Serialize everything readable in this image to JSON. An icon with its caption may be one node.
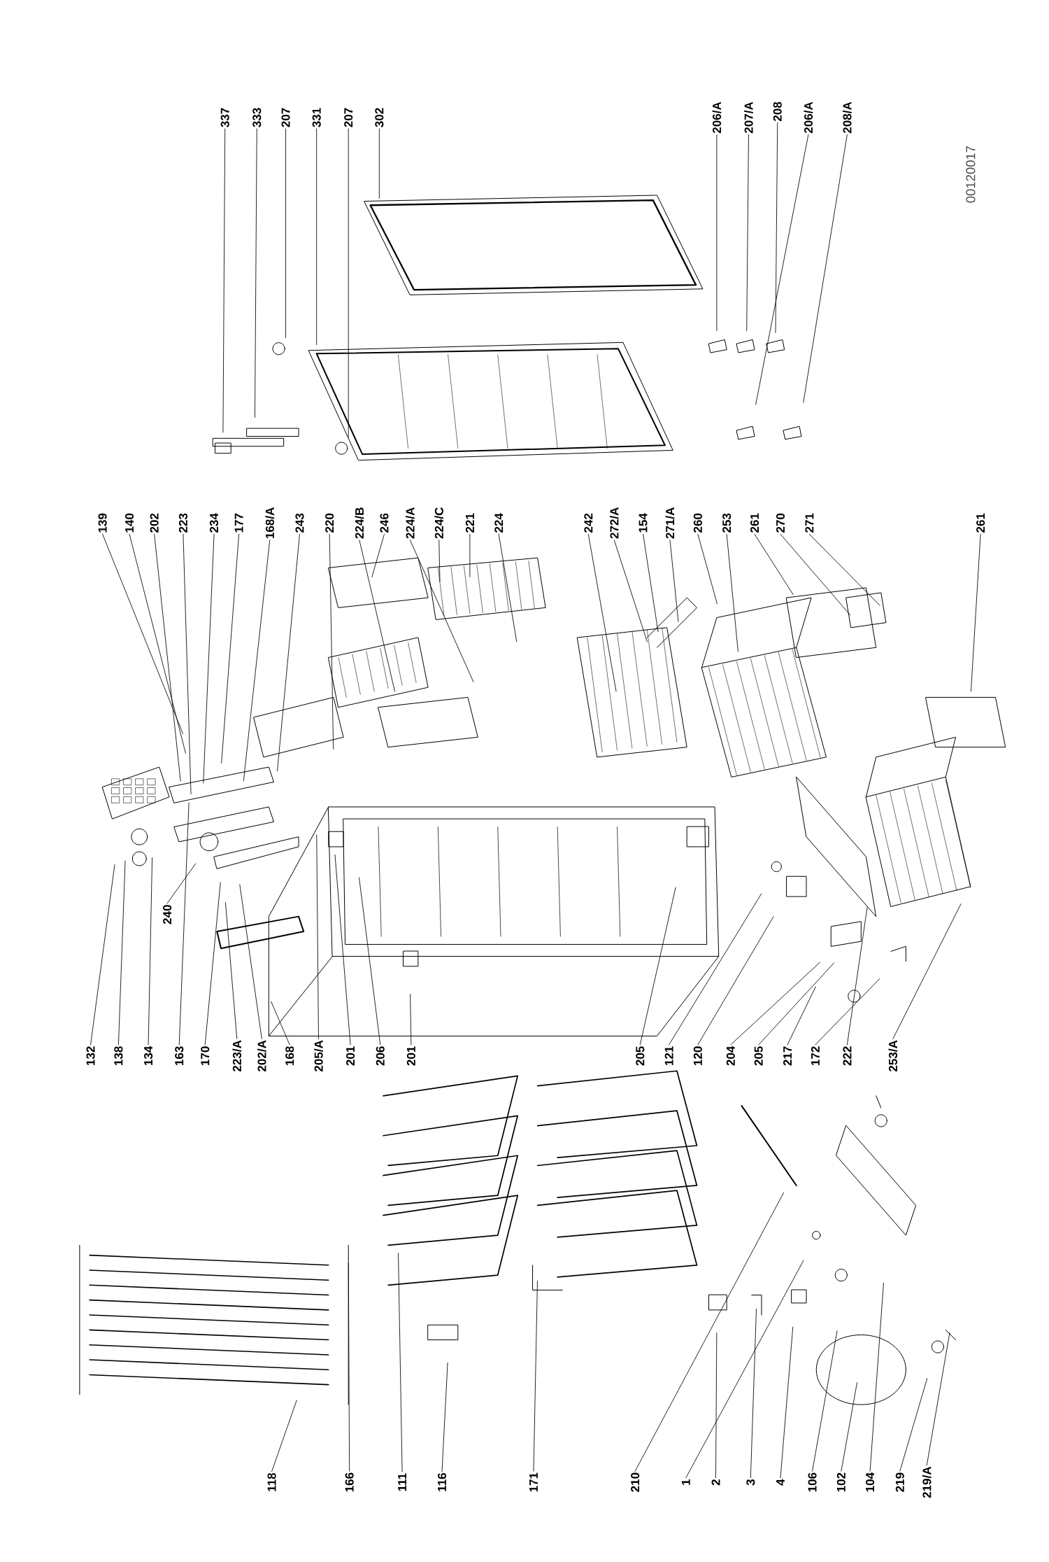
{
  "diagram": {
    "nodes": [
      {
        "text": [
          "337"
        ]
      },
      {
        "text": [
          "333"
        ]
      },
      {
        "text": [
          "207"
        ]
      },
      {
        "text": [
          "331"
        ]
      },
      {
        "text": [
          "207"
        ]
      },
      {
        "text": [
          "302"
        ]
      },
      {
        "text": [
          "206/A"
        ]
      },
      {
        "text": [
          "207/A"
        ]
      },
      {
        "text": [
          "208"
        ]
      },
      {
        "text": [
          "206/A"
        ]
      },
      {
        "text": [
          "208/A"
        ]
      },
      {
        "text": [
          "139"
        ]
      },
      {
        "text": [
          "140"
        ]
      },
      {
        "text": [
          "202"
        ]
      },
      {
        "text": [
          "223"
        ]
      },
      {
        "text": [
          "234"
        ]
      },
      {
        "text": [
          "177"
        ]
      },
      {
        "text": [
          "168/A"
        ]
      },
      {
        "text": [
          "243"
        ]
      },
      {
        "text": [
          "220"
        ]
      },
      {
        "text": [
          "224/B"
        ]
      },
      {
        "text": [
          "246"
        ]
      },
      {
        "text": [
          "224/A"
        ]
      },
      {
        "text": [
          "224/C"
        ]
      },
      {
        "text": [
          "221"
        ]
      },
      {
        "text": [
          "224"
        ]
      },
      {
        "text": [
          "242"
        ]
      },
      {
        "text": [
          "272/A"
        ]
      },
      {
        "text": [
          "154"
        ]
      },
      {
        "text": [
          "271/A"
        ]
      },
      {
        "text": [
          "260"
        ]
      },
      {
        "text": [
          "253"
        ]
      },
      {
        "text": [
          "261"
        ]
      },
      {
        "text": [
          "270"
        ]
      },
      {
        "text": [
          "271"
        ]
      },
      {
        "text": [
          "261"
        ]
      },
      {
        "text": [
          "240"
        ]
      },
      {
        "text": [
          "132"
        ]
      },
      {
        "text": [
          "138"
        ]
      },
      {
        "text": [
          "134"
        ]
      },
      {
        "text": [
          "163"
        ]
      },
      {
        "text": [
          "170"
        ]
      },
      {
        "text": [
          "223/A"
        ]
      },
      {
        "text": [
          "202/A"
        ]
      },
      {
        "text": [
          "168"
        ]
      },
      {
        "text": [
          "205/A"
        ]
      },
      {
        "text": [
          "201"
        ]
      },
      {
        "text": [
          "206"
        ]
      },
      {
        "text": [
          "201"
        ]
      },
      {
        "text": [
          "205"
        ]
      },
      {
        "text": [
          "121"
        ]
      },
      {
        "text": [
          "120"
        ]
      },
      {
        "text": [
          "204"
        ]
      },
      {
        "text": [
          "205"
        ]
      },
      {
        "text": [
          "217"
        ]
      },
      {
        "text": [
          "172"
        ]
      },
      {
        "text": [
          "222"
        ]
      },
      {
        "text": [
          "253/A"
        ]
      },
      {
        "text": [
          "118"
        ]
      },
      {
        "text": [
          "166"
        ]
      },
      {
        "text": [
          "111"
        ]
      },
      {
        "text": [
          "116"
        ]
      },
      {
        "text": [
          "171"
        ]
      },
      {
        "text": [
          "210"
        ]
      },
      {
        "text": [
          "1"
        ]
      },
      {
        "text": [
          "2"
        ]
      },
      {
        "text": [
          "3"
        ]
      },
      {
        "text": [
          "4"
        ]
      },
      {
        "text": [
          "106"
        ]
      },
      {
        "text": [
          "102"
        ]
      },
      {
        "text": [
          "104"
        ]
      },
      {
        "text": [
          "219"
        ]
      },
      {
        "text": [
          "219/A"
        ]
      }
    ],
    "edges": [
      {
        "from": 0,
        "to": null,
        "arrow": "none"
      },
      {
        "from": 1,
        "to": null,
        "arrow": "none"
      },
      {
        "from": 2,
        "to": null,
        "arrow": "none"
      },
      {
        "from": 3,
        "to": null,
        "arrow": "none"
      },
      {
        "from": 4,
        "to": null,
        "arrow": "none"
      },
      {
        "from": 5,
        "to": null,
        "arrow": "none"
      },
      {
        "from": 6,
        "to": null,
        "arrow": "none"
      },
      {
        "from": 7,
        "to": null,
        "arrow": "none"
      },
      {
        "from": 8,
        "to": null,
        "arrow": "none"
      },
      {
        "from": 9,
        "to": null,
        "arrow": "none"
      },
      {
        "from": 10,
        "to": null,
        "arrow": "none"
      },
      {
        "from": 11,
        "to": null,
        "arrow": "none"
      },
      {
        "from": 12,
        "to": null,
        "arrow": "none"
      },
      {
        "from": 13,
        "to": null,
        "arrow": "none"
      },
      {
        "from": 14,
        "to": null,
        "arrow": "none"
      },
      {
        "from": 15,
        "to": null,
        "arrow": "none"
      },
      {
        "from": 16,
        "to": null,
        "arrow": "none"
      },
      {
        "from": 17,
        "to": null,
        "arrow": "none"
      },
      {
        "from": 18,
        "to": null,
        "arrow": "none"
      },
      {
        "from": 19,
        "to": null,
        "arrow": "none"
      },
      {
        "from": 20,
        "to": null,
        "arrow": "none"
      },
      {
        "from": 21,
        "to": null,
        "arrow": "none"
      },
      {
        "from": 22,
        "to": null,
        "arrow": "none"
      },
      {
        "from": 23,
        "to": null,
        "arrow": "none"
      },
      {
        "from": 24,
        "to": null,
        "arrow": "none"
      },
      {
        "from": 25,
        "to": null,
        "arrow": "none"
      },
      {
        "from": 26,
        "to": null,
        "arrow": "none"
      },
      {
        "from": 27,
        "to": null,
        "arrow": "none"
      },
      {
        "from": 28,
        "to": null,
        "arrow": "none"
      },
      {
        "from": 29,
        "to": null,
        "arrow": "none"
      },
      {
        "from": 30,
        "to": null,
        "arrow": "none"
      },
      {
        "from": 31,
        "to": null,
        "arrow": "none"
      },
      {
        "from": 32,
        "to": null,
        "arrow": "none"
      },
      {
        "from": 33,
        "to": null,
        "arrow": "none"
      },
      {
        "from": 34,
        "to": null,
        "arrow": "none"
      },
      {
        "from": 35,
        "to": null,
        "arrow": "none"
      },
      {
        "from": 36,
        "to": null,
        "arrow": "none"
      },
      {
        "from": 37,
        "to": null,
        "arrow": "none"
      },
      {
        "from": 38,
        "to": null,
        "arrow": "none"
      },
      {
        "from": 39,
        "to": null,
        "arrow": "none"
      },
      {
        "from": 40,
        "to": null,
        "arrow": "none"
      },
      {
        "from": 41,
        "to": null,
        "arrow": "none"
      },
      {
        "from": 42,
        "to": null,
        "arrow": "none"
      },
      {
        "from": 43,
        "to": null,
        "arrow": "none"
      },
      {
        "from": 44,
        "to": null,
        "arrow": "none"
      },
      {
        "from": 45,
        "to": null,
        "arrow": "none"
      },
      {
        "from": 46,
        "to": null,
        "arrow": "none"
      },
      {
        "from": 47,
        "to": null,
        "arrow": "none"
      },
      {
        "from": 48,
        "to": null,
        "arrow": "none"
      },
      {
        "from": 49,
        "to": null,
        "arrow": "none"
      },
      {
        "from": 50,
        "to": null,
        "arrow": "none"
      },
      {
        "from": 51,
        "to": null,
        "arrow": "none"
      },
      {
        "from": 52,
        "to": null,
        "arrow": "none"
      },
      {
        "from": 53,
        "to": null,
        "arrow": "none"
      },
      {
        "from": 54,
        "to": null,
        "arrow": "none"
      },
      {
        "from": 55,
        "to": null,
        "arrow": "none"
      },
      {
        "from": 56,
        "to": null,
        "arrow": "none"
      },
      {
        "from": 57,
        "to": null,
        "arrow": "none"
      },
      {
        "from": 58,
        "to": null,
        "arrow": "none"
      },
      {
        "from": 59,
        "to": null,
        "arrow": "none"
      },
      {
        "from": 60,
        "to": null,
        "arrow": "none"
      },
      {
        "from": 61,
        "to": null,
        "arrow": "none"
      },
      {
        "from": 62,
        "to": null,
        "arrow": "none"
      },
      {
        "from": 63,
        "to": null,
        "arrow": "none"
      },
      {
        "from": 64,
        "to": null,
        "arrow": "none"
      },
      {
        "from": 65,
        "to": null,
        "arrow": "none"
      },
      {
        "from": 66,
        "to": null,
        "arrow": "none"
      },
      {
        "from": 67,
        "to": null,
        "arrow": "none"
      },
      {
        "from": 68,
        "to": null,
        "arrow": "none"
      },
      {
        "from": 69,
        "to": null,
        "arrow": "none"
      },
      {
        "from": 70,
        "to": null,
        "arrow": "none"
      },
      {
        "from": 71,
        "to": null,
        "arrow": "none"
      },
      {
        "from": 72,
        "to": null,
        "arrow": "none"
      }
    ],
    "labels": [
      "00120017"
    ]
  }
}
